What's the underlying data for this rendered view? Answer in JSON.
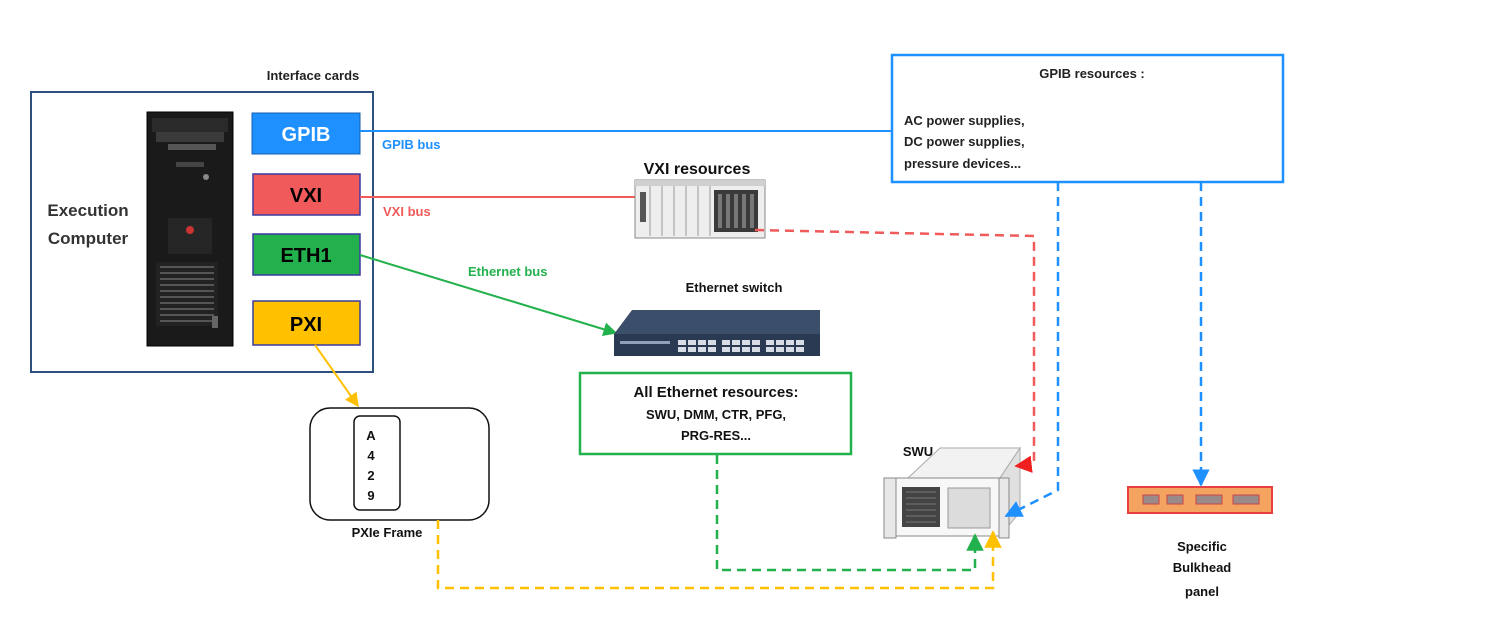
{
  "computer": {
    "group_label": "Interface cards",
    "label_line1": "Execution",
    "label_line2": "Computer",
    "cards": [
      {
        "name": "GPIB",
        "fill": "#1e90ff",
        "text_color": "#ffffff"
      },
      {
        "name": "VXI",
        "fill": "#f05a5a",
        "text_color": "#000000"
      },
      {
        "name": "ETH1",
        "fill": "#22b14c",
        "text_color": "#000000"
      },
      {
        "name": "PXI",
        "fill": "#ffc000",
        "text_color": "#000000"
      }
    ]
  },
  "buses": {
    "gpib": "GPIB bus",
    "vxi": "VXI bus",
    "ethernet": "Ethernet bus"
  },
  "gpib_resources": {
    "title": "GPIB resources :",
    "lines": [
      "AC power supplies,",
      "DC power supplies,",
      "pressure devices..."
    ]
  },
  "vxi_resources": {
    "title": "VXI resources"
  },
  "ethernet_switch": {
    "title": "Ethernet switch"
  },
  "ethernet_resources": {
    "title": "All Ethernet resources:",
    "lines": [
      "SWU, DMM, CTR, PFG,",
      "PRG-RES..."
    ]
  },
  "pxie": {
    "slot_chars": [
      "A",
      "4",
      "2",
      "9"
    ],
    "label": "PXIe Frame"
  },
  "swu": {
    "label": "SWU"
  },
  "bulkhead": {
    "lines": [
      "Specific",
      "Bulkhead",
      "panel"
    ]
  },
  "colors": {
    "gpib": "#1e90ff",
    "vxi": "#f05a5a",
    "ethernet": "#22b14c",
    "pxi": "#ffc000",
    "frame": "#2f4f7f",
    "bulkhead_fill": "#f4a460",
    "bulkhead_border": "#e84040"
  }
}
